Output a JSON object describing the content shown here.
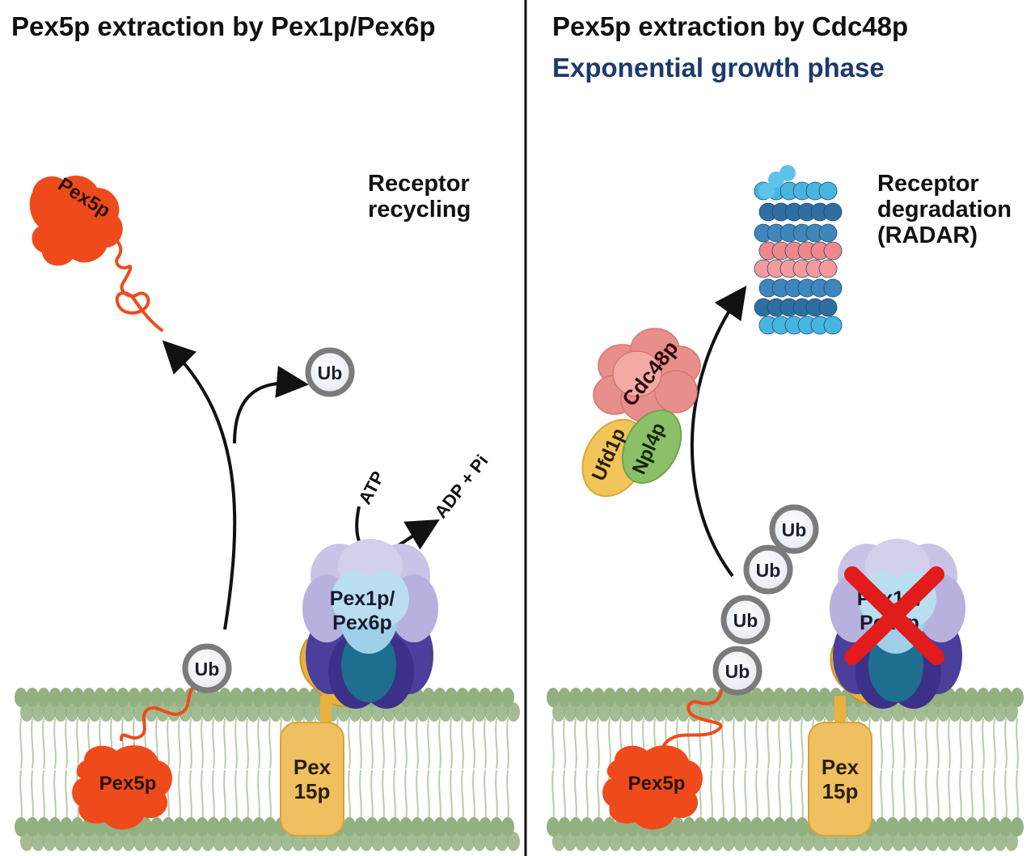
{
  "left_panel": {
    "title": "Pex5p extraction by Pex1p/Pex6p",
    "outcome_label": "Receptor\nrecycling",
    "pex5p_released": "Pex5p",
    "ub_released": "Ub",
    "ub_attached": "Ub",
    "atp": "ATP",
    "adp_pi": "ADP + Pi",
    "complex_line1": "Pex1p/",
    "complex_line2": "Pex6p",
    "pex15_line1": "Pex",
    "pex15_line2": "15p",
    "pex5p_membrane": "Pex5p"
  },
  "right_panel": {
    "title": "Pex5p extraction by Cdc48p",
    "subtitle": "Exponential growth phase",
    "outcome_label": "Receptor\ndegradation\n(RADAR)",
    "cdc48": "Cdc48p",
    "ufd1": "Ufd1p",
    "npl4": "Npl4p",
    "ub_chain": [
      "Ub",
      "Ub",
      "Ub",
      "Ub"
    ],
    "complex_line1": "Pex1p/",
    "complex_line2": "Pex6p",
    "pex15_line1": "Pex",
    "pex15_line2": "15p",
    "pex5p_membrane": "Pex5p"
  },
  "colors": {
    "pex5p": "#ef4a1c",
    "membrane_head": "#93b080",
    "membrane_tail": "#b9cca8",
    "pex15": "#f0c060",
    "ub_ring": "#7b7b7b",
    "hexamer_light": "#c8c4e6",
    "hexamer_dark": "#4a3f9a",
    "hexamer_teal": "#2c7fa6",
    "cdc48": "#e8918c",
    "ufd1": "#f2c55a",
    "npl4": "#8cc068",
    "proteasome_blue": "#2f6ea0",
    "proteasome_pink": "#f0878a",
    "cross": "#e21b1b",
    "subtitle": "#1d3a6b",
    "divider": "#111111"
  }
}
